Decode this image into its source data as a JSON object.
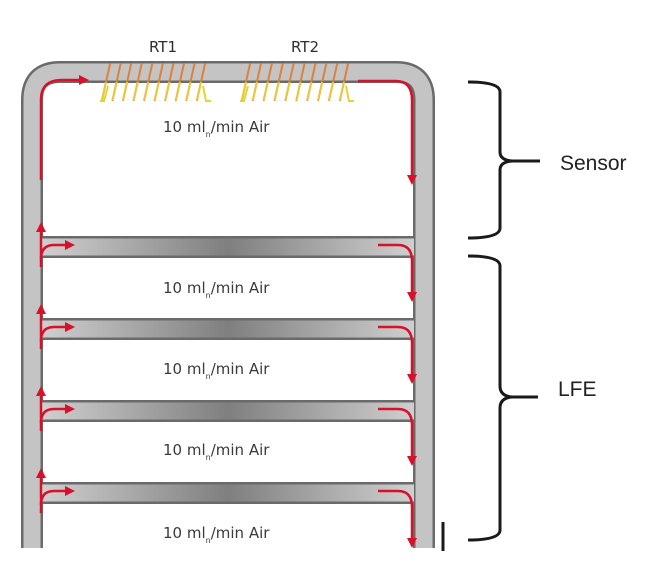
{
  "diagram": {
    "heaters": [
      {
        "id": "rt1",
        "label": "RT1"
      },
      {
        "id": "rt2",
        "label": "RT2"
      }
    ],
    "channels": [
      {
        "role": "sensor",
        "flow_value": "10 ml",
        "flow_subscript": "n",
        "flow_rest": "/min Air"
      },
      {
        "role": "lfe",
        "flow_value": "10 ml",
        "flow_subscript": "n",
        "flow_rest": "/min Air"
      },
      {
        "role": "lfe",
        "flow_value": "10 ml",
        "flow_subscript": "n",
        "flow_rest": "/min Air"
      },
      {
        "role": "lfe",
        "flow_value": "10 ml",
        "flow_subscript": "n",
        "flow_rest": "/min Air"
      },
      {
        "role": "lfe",
        "flow_value": "10 ml",
        "flow_subscript": "n",
        "flow_rest": "/min Air"
      }
    ],
    "sections": [
      {
        "id": "sensor",
        "label": "Sensor"
      },
      {
        "id": "lfe",
        "label": "LFE"
      }
    ],
    "colors": {
      "flow_arrow": "#d8102a",
      "tube_fill": "#c4c4c4",
      "tube_edge": "#6a6a6a",
      "heater_orange": "#e07a2a",
      "heater_yellow": "#e6d23a",
      "brace": "#1a1a1a"
    }
  }
}
